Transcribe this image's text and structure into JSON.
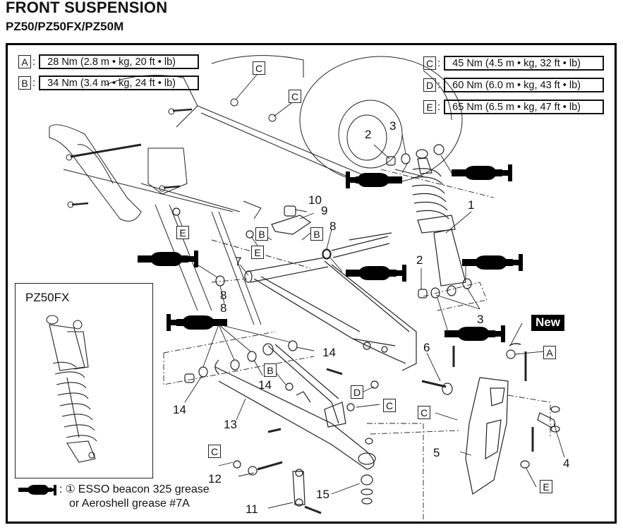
{
  "header": {
    "title": "FRONT SUSPENSION",
    "subtitle": "PZ50/PZ50FX/PZ50M"
  },
  "torque_specs": [
    {
      "key": "A",
      "value": "28 Nm (2.8 m • kg, 20 ft • lb)"
    },
    {
      "key": "B",
      "value": "34 Nm (3.4 m • kg, 24 ft • lb)"
    },
    {
      "key": "C",
      "value": "45 Nm (4.5 m • kg, 32 ft • lb)"
    },
    {
      "key": "D",
      "value": "60 Nm (6.0 m • kg, 43 ft • lb)"
    },
    {
      "key": "E",
      "value": "65 Nm (6.5 m • kg, 47 ft • lb)"
    }
  ],
  "callouts": {
    "c1": "1",
    "c2a": "2",
    "c2b": "2",
    "c3a": "3",
    "c3b": "3",
    "c4": "4",
    "c5": "5",
    "c6": "6",
    "c7": "7",
    "c8a": "8",
    "c8b": "8",
    "c8c": "8",
    "c9": "9",
    "c10": "10",
    "c11": "11",
    "c12": "12",
    "c13": "13",
    "c14a": "14",
    "c14b": "14",
    "c14c": "14",
    "c15": "15"
  },
  "torque_markers": {
    "m_c1": "C",
    "m_c2": "C",
    "m_e1": "E",
    "m_b1": "B",
    "m_e2": "E",
    "m_b2": "B",
    "m_b3": "B",
    "m_d1": "D",
    "m_c3": "C",
    "m_c4": "C",
    "m_a1": "A",
    "m_e3": "E",
    "m_c5": "C"
  },
  "new_badge": "New",
  "inset": {
    "title": "PZ50FX"
  },
  "legend": {
    "icon": "grease-gun-icon",
    "circled_number": "①",
    "line1": "ESSO beacon 325 grease",
    "line2": "or Aeroshell grease #7A"
  }
}
